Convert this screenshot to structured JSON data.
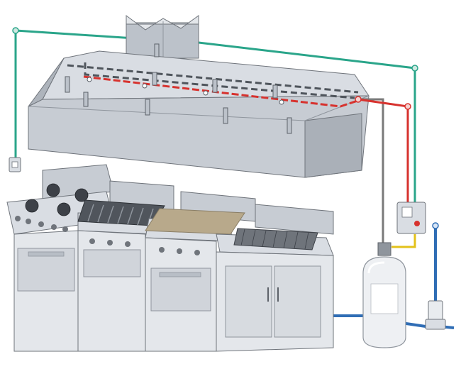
{
  "illustration": {
    "cylinder_label_lines": [
      "",
      "",
      ""
    ],
    "colors": {
      "detection_line": "#2aa58a",
      "fire_alarm_line": "#d7322e",
      "gas_line": "#2f6db5",
      "agent_line": "#7a7a7a",
      "valve_line": "#e3c21a",
      "steel_light": "#d9dde3",
      "steel_mid": "#bcc2ca",
      "steel_dark": "#8f959d",
      "griddle": "#b8a98b",
      "grill": "#50555c"
    },
    "components": [
      "exhaust-hood",
      "hood-duct",
      "range-stove",
      "charbroiler",
      "griddle",
      "deep-fryer",
      "agent-cylinder",
      "control-head",
      "gas-shutoff-valve",
      "remote-pull-station"
    ]
  }
}
